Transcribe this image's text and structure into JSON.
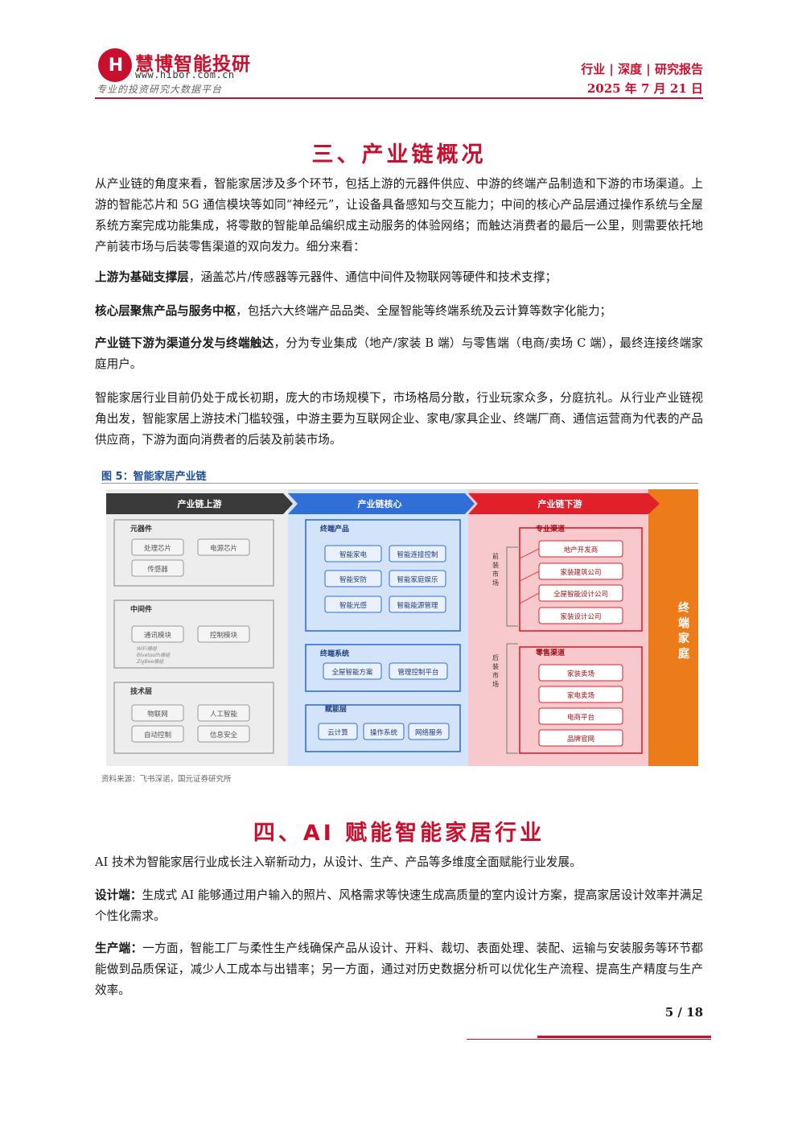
{
  "header": {
    "logo_mark": "H",
    "logo_name": "慧博智能投研",
    "logo_url": "www.hibor.com.cn",
    "logo_slogan": "专业的投资研究大数据平台",
    "category": "行业 | 深度 | 研究报告",
    "date": "2025 年 7 月 21 日"
  },
  "section3": {
    "title": "三、产业链概况",
    "p1": "从产业链的角度来看，智能家居涉及多个环节，包括上游的元器件供应、中游的终端产品制造和下游的市场渠道。上游的智能芯片和 5G 通信模块等如同“神经元”，让设备具备感知与交互能力；中间的核心产品层通过操作系统与全屋系统方案完成功能集成，将零散的智能单品编织成主动服务的体验网络；而触达消费者的最后一公里，则需要依托地产前装市场与后装零售渠道的双向发力。细分来看：",
    "p2_bold": "上游为基础支撑层",
    "p2_rest": "，涵盖芯片/传感器等元器件、通信中间件及物联网等硬件和技术支撑；",
    "p3_bold": "核心层聚焦产品与服务中枢",
    "p3_rest": "，包括六大终端产品品类、全屋智能等终端系统及云计算等数字化能力；",
    "p4_bold": "产业链下游为渠道分发与终端触达",
    "p4_rest": "，分为专业集成（地产/家装 B 端）与零售端（电商/卖场 C 端），最终连接终端家庭用户。",
    "p5": "智能家居行业目前仍处于成长初期，庞大的市场规模下，市场格局分散，行业玩家众多，分庭抗礼。从行业产业链视角出发，智能家居上游技术门槛较强，中游主要为互联网企业、家电/家具企业、终端厂商、通信运营商为代表的产品供应商，下游为面向消费者的后装及前装市场。"
  },
  "figure": {
    "title": "图 5：智能家居产业链",
    "source": "资料来源：飞书深诺，国元证券研究所",
    "upstream": {
      "header": "产业链上游",
      "components_label": "元器件",
      "components": [
        "处理芯片",
        "电源芯片",
        "传感器"
      ],
      "middleware_label": "中间件",
      "middleware": [
        "通讯模块",
        "控制模块"
      ],
      "middleware_notes": [
        "WiFi模组",
        "Bluetooth模组",
        "ZigBee模组"
      ],
      "tech_label": "技术层",
      "tech": [
        "物联网",
        "人工智能",
        "自动控制",
        "信息安全"
      ]
    },
    "core": {
      "header": "产业链核心",
      "products_label": "终端产品",
      "products": [
        "智能家电",
        "智能连接控制",
        "智能安防",
        "智能家庭娱乐",
        "智能光感",
        "智能能源管理"
      ],
      "systems_label": "终端系统",
      "systems": [
        "全屋智能方案",
        "管理控制平台"
      ],
      "enable_label": "赋能层",
      "enable": [
        "云计算",
        "操作系统",
        "网络服务"
      ]
    },
    "downstream": {
      "header": "产业链下游",
      "pro_label": "专业渠道",
      "pre_market": "前装市场",
      "pro_items": [
        "地产开发商",
        "家装建筑公司",
        "全屋智能设计公司",
        "家装设计公司"
      ],
      "retail_label": "零售渠道",
      "post_market": "后装市场",
      "retail_items": [
        "家装卖场",
        "家电卖场",
        "电商平台",
        "品牌官网"
      ]
    },
    "terminal": "终端家庭"
  },
  "section4": {
    "title": "四、AI 赋能智能家居行业",
    "p1": "AI 技术为智能家居行业成长注入崭新动力，从设计、生产、产品等多维度全面赋能行业发展。",
    "p2_bold": "设计端：",
    "p2_rest": "生成式 AI 能够通过用户输入的照片、风格需求等快速生成高质量的室内设计方案，提高家居设计效率并满足个性化需求。",
    "p3_bold": "生产端：",
    "p3_rest": "一方面，智能工厂与柔性生产线确保产品从设计、开料、裁切、表面处理、装配、运输与安装服务等环节都能做到品质保证，减少人工成本与出错率；另一方面，通过对历史数据分析可以优化生产流程、提高生产精度与生产效率。"
  },
  "footer": {
    "page": "5 / 18"
  }
}
